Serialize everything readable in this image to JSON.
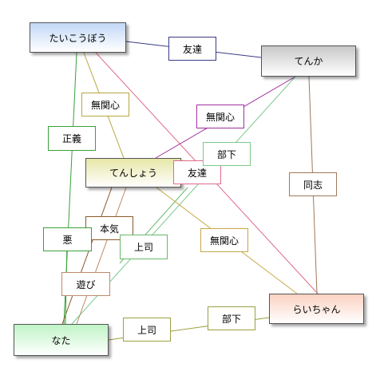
{
  "nodes": {
    "taikoubou": {
      "label": "たいこうぼう",
      "gradient": [
        "#c2d8f6",
        "#ffffff"
      ],
      "border": "#555555"
    },
    "tenka": {
      "label": "てんか",
      "gradient": [
        "#c8c8c8",
        "#ffffff"
      ],
      "border": "#555555"
    },
    "tenshou": {
      "label": "てんしょう",
      "gradient": [
        "#e6e6a8",
        "#ffffff"
      ],
      "border": "#555555"
    },
    "raichan": {
      "label": "らいちゃん",
      "gradient": [
        "#fbd2c2",
        "#ffffff"
      ],
      "border": "#555555"
    },
    "nata": {
      "label": "なた",
      "gradient": [
        "#c0f4c6",
        "#ffffff"
      ],
      "border": "#555555"
    }
  },
  "edges": [
    {
      "id": "taikoubou-tenka",
      "label": "友達",
      "color": "#3b3b86"
    },
    {
      "id": "taikoubou-nata",
      "label": "正義",
      "color": "#3aa03a"
    },
    {
      "id": "taikoubou-tenshou",
      "label": "無関心",
      "color": "#b5a842"
    },
    {
      "id": "taikoubou-raichan",
      "label": "友達",
      "color": "#e06a8a"
    },
    {
      "id": "tenka-tenshou",
      "label": "無関心",
      "color": "#a030a0"
    },
    {
      "id": "tenka-nata",
      "label": "部下",
      "color": "#7ac98c"
    },
    {
      "id": "tenka-raichan",
      "label": "同志",
      "color": "#a07858"
    },
    {
      "id": "tenshou-raichan",
      "label": "無関心",
      "color": "#c8a848"
    },
    {
      "id": "tenshou-nata-honki",
      "label": "本気",
      "color": "#8a5a2a"
    },
    {
      "id": "nata-tenshou-aku",
      "label": "悪",
      "color": "#3aa03a"
    },
    {
      "id": "nata-tenshou-asobi",
      "label": "遊び",
      "color": "#c08a6a"
    },
    {
      "id": "tenshou-nata-joushi",
      "label": "上司",
      "color": "#6ab86a"
    },
    {
      "id": "nata-raichan-joushi",
      "label": "上司",
      "color": "#9aa040"
    },
    {
      "id": "raichan-nata-buka",
      "label": "部下",
      "color": "#9aa040"
    }
  ]
}
